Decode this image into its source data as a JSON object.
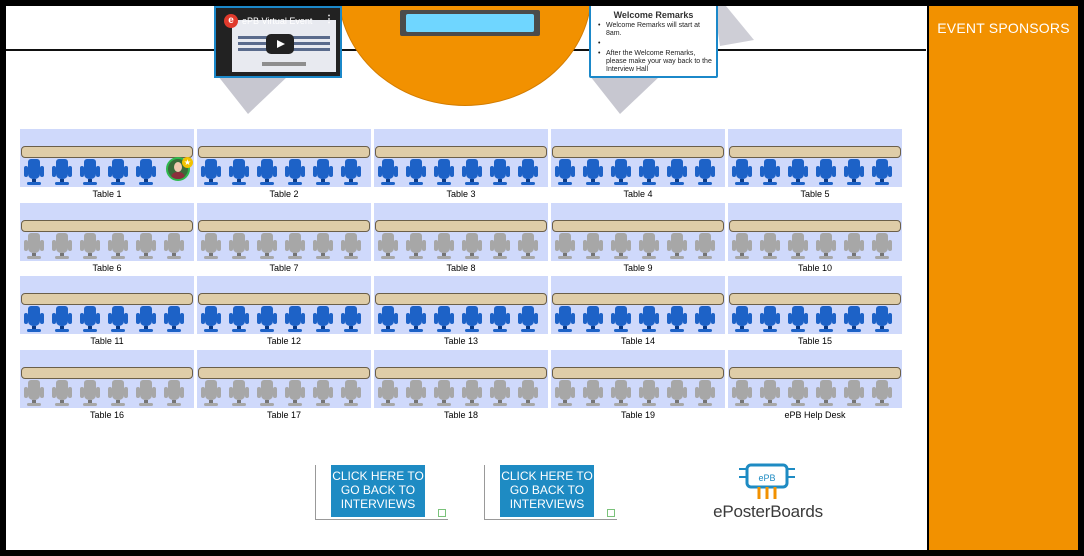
{
  "sidebar": {
    "title": "EVENT SPONSORS"
  },
  "video": {
    "logo_letter": "e",
    "title": "ePB Virtual Event"
  },
  "welcome": {
    "title": "Welcome Remarks",
    "items": [
      "Welcome Remarks will start at 8am.",
      "",
      "After the Welcome Remarks, please make your way back to the Interview Hall"
    ]
  },
  "tables": [
    {
      "label": "Table 1",
      "chairs": "blue",
      "occupied": true
    },
    {
      "label": "Table 2",
      "chairs": "blue"
    },
    {
      "label": "Table 3",
      "chairs": "blue"
    },
    {
      "label": "Table 4",
      "chairs": "blue"
    },
    {
      "label": "Table 5",
      "chairs": "blue"
    },
    {
      "label": "Table 6",
      "chairs": "grey"
    },
    {
      "label": "Table 7",
      "chairs": "grey"
    },
    {
      "label": "Table 8",
      "chairs": "grey"
    },
    {
      "label": "Table 9",
      "chairs": "grey"
    },
    {
      "label": "Table 10",
      "chairs": "grey"
    },
    {
      "label": "Table 11",
      "chairs": "blue"
    },
    {
      "label": "Table 12",
      "chairs": "blue"
    },
    {
      "label": "Table 13",
      "chairs": "blue"
    },
    {
      "label": "Table 14",
      "chairs": "blue"
    },
    {
      "label": "Table 15",
      "chairs": "blue"
    },
    {
      "label": "Table 16",
      "chairs": "grey"
    },
    {
      "label": "Table 17",
      "chairs": "grey"
    },
    {
      "label": "Table 18",
      "chairs": "grey"
    },
    {
      "label": "Table 19",
      "chairs": "grey"
    },
    {
      "label": "ePB Help Desk",
      "chairs": "grey"
    }
  ],
  "back_buttons": [
    {
      "label": "CLICK HERE TO GO BACK TO INTERVIEWS"
    },
    {
      "label": "CLICK HERE TO GO BACK TO INTERVIEWS"
    }
  ],
  "logo": {
    "text": "ePosterBoards",
    "mark": "ePB"
  },
  "colors": {
    "accent_orange": "#f29100",
    "button_blue": "#1e8bc3",
    "chair_blue": "#1d62c7",
    "chair_grey": "#a7a7a7",
    "table_bg": "#cfd9fb"
  }
}
